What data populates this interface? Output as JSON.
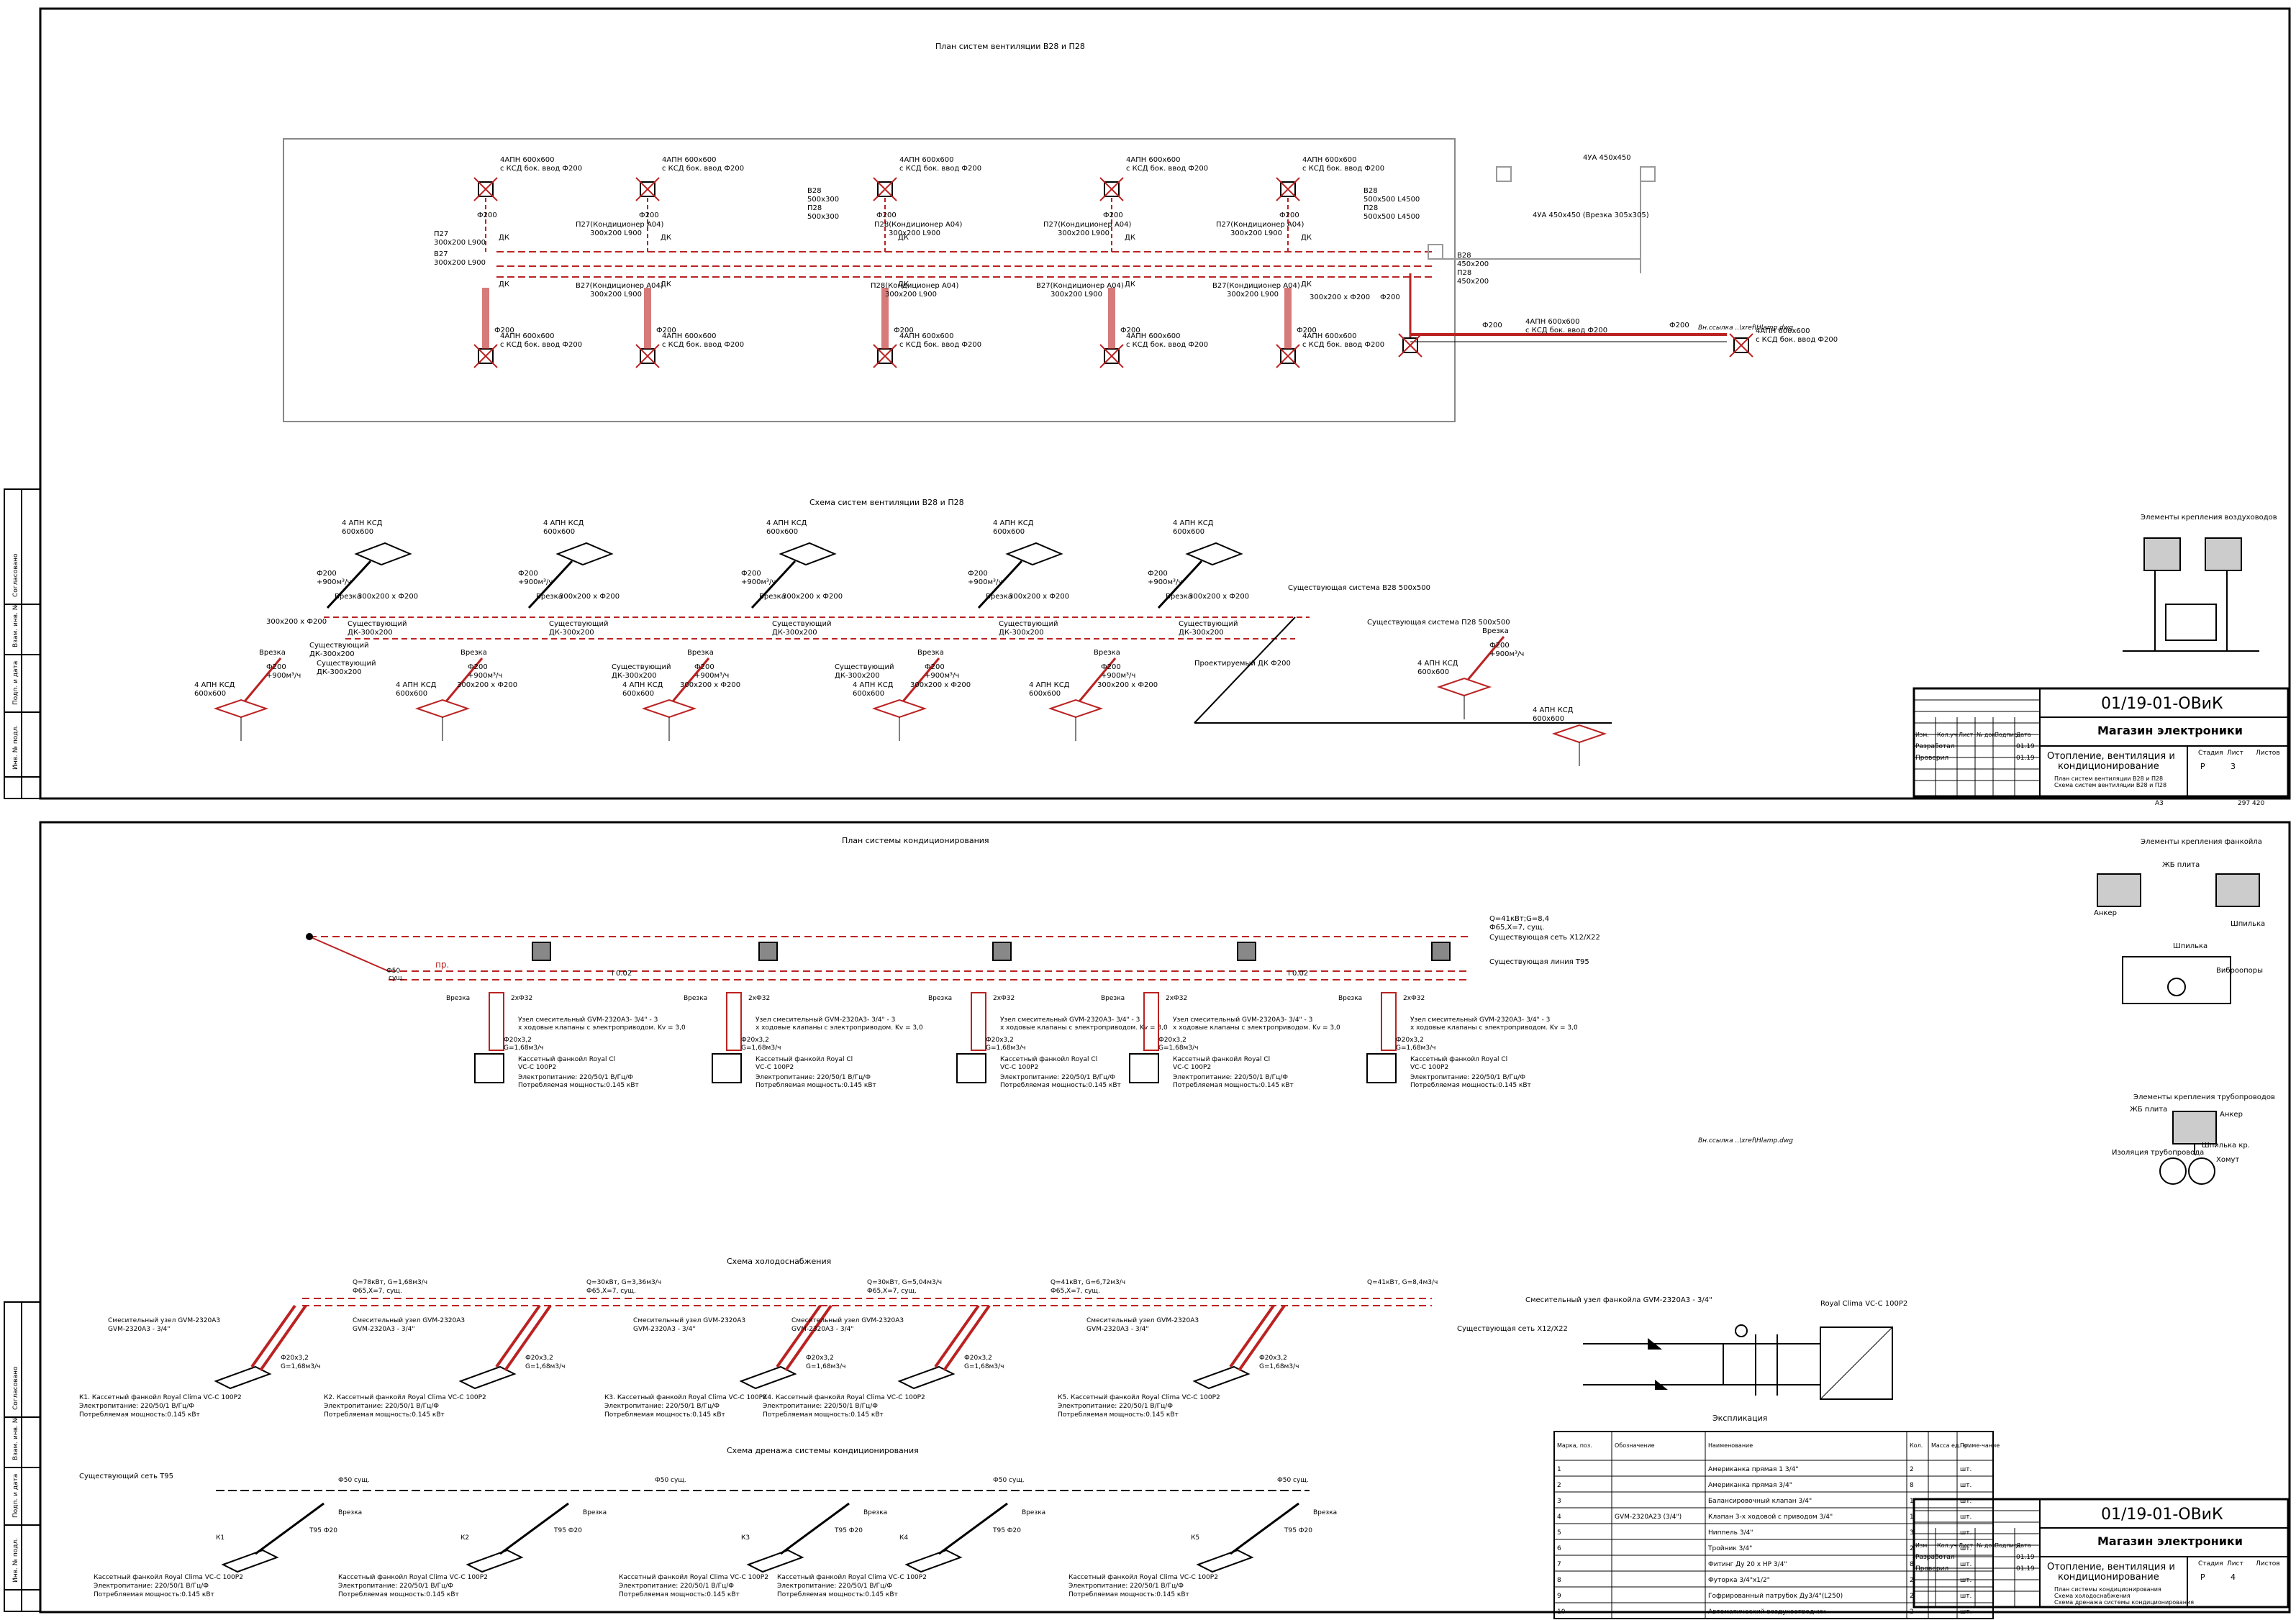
{
  "sheet1": {
    "plan_title": "План систем вентиляции В28 и П28",
    "scheme_title": "Схема систем вентиляции В28 и П28",
    "diffuser_a": "4АПН 600х600",
    "diffuser_b": "с КСД бок. ввод Ф200",
    "diffuser_c": "4 АПН КСД",
    "diffuser_size": "600х600",
    "dk": "ДК",
    "d200": "Ф200",
    "flow": "+900м³/ч",
    "duct_300x200": "300х200 х Ф200",
    "tap": "Врезка",
    "existing_dk": "Существующий ДК-300х200",
    "existing_v28": "Существующая система В28 500х500",
    "existing_p28": "Существующая система П28 500х500",
    "projected_dk": "Проектируемый ДК Ф200",
    "p27": "П27(Кондиционер А04) 300х200 L900",
    "v27": "В27(Кондиционер А04) 300х200 L900",
    "p28_label": "П28(Кондиционер А04) 300х200 L900",
    "lines_left": [
      "П27",
      "300х200 L900",
      "В27",
      "300х200 L900"
    ],
    "v28_mid": [
      "В28",
      "500х300",
      "П28",
      "500х300"
    ],
    "v28_right": [
      "В28",
      "500х500 L4500",
      "П28",
      "500х500 L4500"
    ],
    "v28_riser": [
      "В28",
      "450х200",
      "П28",
      "450х200"
    ],
    "lva": "4УА 450х450",
    "lva2": "4УА 450х450 (Врезка 305х305)",
    "xref": "Вн.ссылка ..\\xref\\Hlamp.dwg",
    "fixing_title": "Элементы крепления воздуховодов"
  },
  "stamp1": {
    "code": "01/19-01-ОВиК",
    "object": "Магазин электроники",
    "section": "Отопление, вентиляция и кондиционирование",
    "sheet_title": "План систем вентиляции В28 и П28. Схема систем вентиляции В28 и П28",
    "cols": [
      "Изм.",
      "Кол.уч",
      "Лист",
      "№ док.",
      "Подпись",
      "Дата"
    ],
    "roles": [
      "Разработал",
      "Проверил"
    ],
    "dates": [
      "01.19",
      "01.19"
    ],
    "stage_h": "Стадия",
    "sheet_h": "Лист",
    "sheets_h": "Листов",
    "stage": "Р",
    "sheet": "3",
    "format": "А3",
    "inv": "297  420"
  },
  "side_stamp": [
    "Согласовано",
    "Взам. инв. №",
    "Подп. и дата",
    "Инв. № подл."
  ],
  "sheet2": {
    "plan_title": "План системы кондиционирования",
    "cold_title": "Схема холодоснабжения",
    "drain_title": "Схема дренажа системы кондиционирования",
    "explication_title": "Экспликация",
    "mixer_title": "Смесительный узел фанкойла GVM-2320A3 - 3/4\"",
    "royal_label": "Royal Clima VC-C 100P2",
    "fancoil": "Кассетный фанкойл Royal Clima VC-C 100P2",
    "power_line": "Электропитание: 220/50/1 В/Гц/Ф",
    "power_use": "Потребляемая мощность:0.145 кВт",
    "mixer_unit": "Узел смесительный GVM-2320A3- 3/4\" - 3-х ходовые клапаны с электроприводом. Kv = 3,0",
    "pipe_20": "Ф20х3,2",
    "g_flow": "G=1,68м3/ч",
    "pipe_32": "2хФ32",
    "pipe_50": "Ф50 сущ.",
    "q_top": "Q=41кВт;G=8,4",
    "q_top2": "Ф65,Х=7, сущ.",
    "existing_x12": "Существующая сеть Х12/Х22",
    "existing_t95": "Существующий сеть Т95",
    "existing_t95b": "Существующая линия Т95",
    "slope": "i 0.02",
    "pr": "пр.",
    "units": [
      "К1",
      "К2",
      "К3",
      "К4",
      "К5"
    ],
    "t95": "Т95 Ф20",
    "cold_q": [
      "Q=78кВт, G=1,68м3/ч",
      "Q=30кВт, G=3,36м3/ч",
      "Q=30кВт, G=5,04м3/ч",
      "Q=41кВт, G=6,72м3/ч",
      "Q=41кВт, G=8,4м3/ч"
    ],
    "cold_q2": [
      "Ф65,Х=7, сущ.",
      "Ф65,Х=7, сущ.",
      "Ф65,Х=7, сущ.",
      "Ф65,Х=7, сущ."
    ],
    "mixer_short": "Смесительный узел GVM-2320A3 - 3/4\"",
    "fixing_fan": "Элементы крепления фанкойла",
    "fixing_pipe": "Элементы крепления трубопроводов",
    "slab": "ЖБ плита",
    "anchor": "Анкер",
    "stud": "Шпилька",
    "vibro": "Виброопоры",
    "clamp": "Хомут",
    "insul": "Изоляция трубопровода",
    "stud_kr": "Шпилька кр.",
    "xref2": "Вн.ссылка ..\\xref\\Hlamp.dwg"
  },
  "explication": {
    "headers": [
      "Марка, поз.",
      "Обозначение",
      "Наименование",
      "Кол.",
      "Масса ед. кг.",
      "Приме-чание"
    ],
    "rows": [
      [
        "1",
        "",
        "Американка прямая 1 3/4\"",
        "2",
        "",
        "шт."
      ],
      [
        "2",
        "",
        "Американка прямая 3/4\"",
        "8",
        "",
        "шт."
      ],
      [
        "3",
        "",
        "Балансировочный клапан 3/4\"",
        "1",
        "",
        "шт."
      ],
      [
        "4",
        "GVM-2320A23 (3/4\")",
        "Клапан 3-х ходовой с приводом 3/4\"",
        "1",
        "",
        "шт."
      ],
      [
        "5",
        "",
        "Ниппель 3/4\"",
        "3",
        "",
        "шт."
      ],
      [
        "6",
        "",
        "Тройник 3/4\"",
        "2",
        "",
        "шт."
      ],
      [
        "7",
        "",
        "Фитинг Ду 20 х НР 3/4\"",
        "8",
        "",
        "шт."
      ],
      [
        "8",
        "",
        "Футорка 3/4\"х1/2\"",
        "2",
        "",
        "шт."
      ],
      [
        "9",
        "",
        "Гофрированный патрубок Ду3/4\"(L250)",
        "2",
        "",
        "шт."
      ],
      [
        "10",
        "",
        "Автоматический воздухоотводчик",
        "2",
        "",
        "шт."
      ]
    ]
  },
  "stamp2": {
    "code": "01/19-01-ОВиК",
    "object": "Магазин электроники",
    "section": "Отопление, вентиляция и кондиционирование",
    "sheet_title": "План системы кондиционирования. Схема холодоснабжения. Схема дренажа системы кондиционирования",
    "stage": "Р",
    "sheet": "4"
  },
  "colors": {
    "line": "#000000",
    "duct": "#b22222",
    "grey": "#888888"
  }
}
